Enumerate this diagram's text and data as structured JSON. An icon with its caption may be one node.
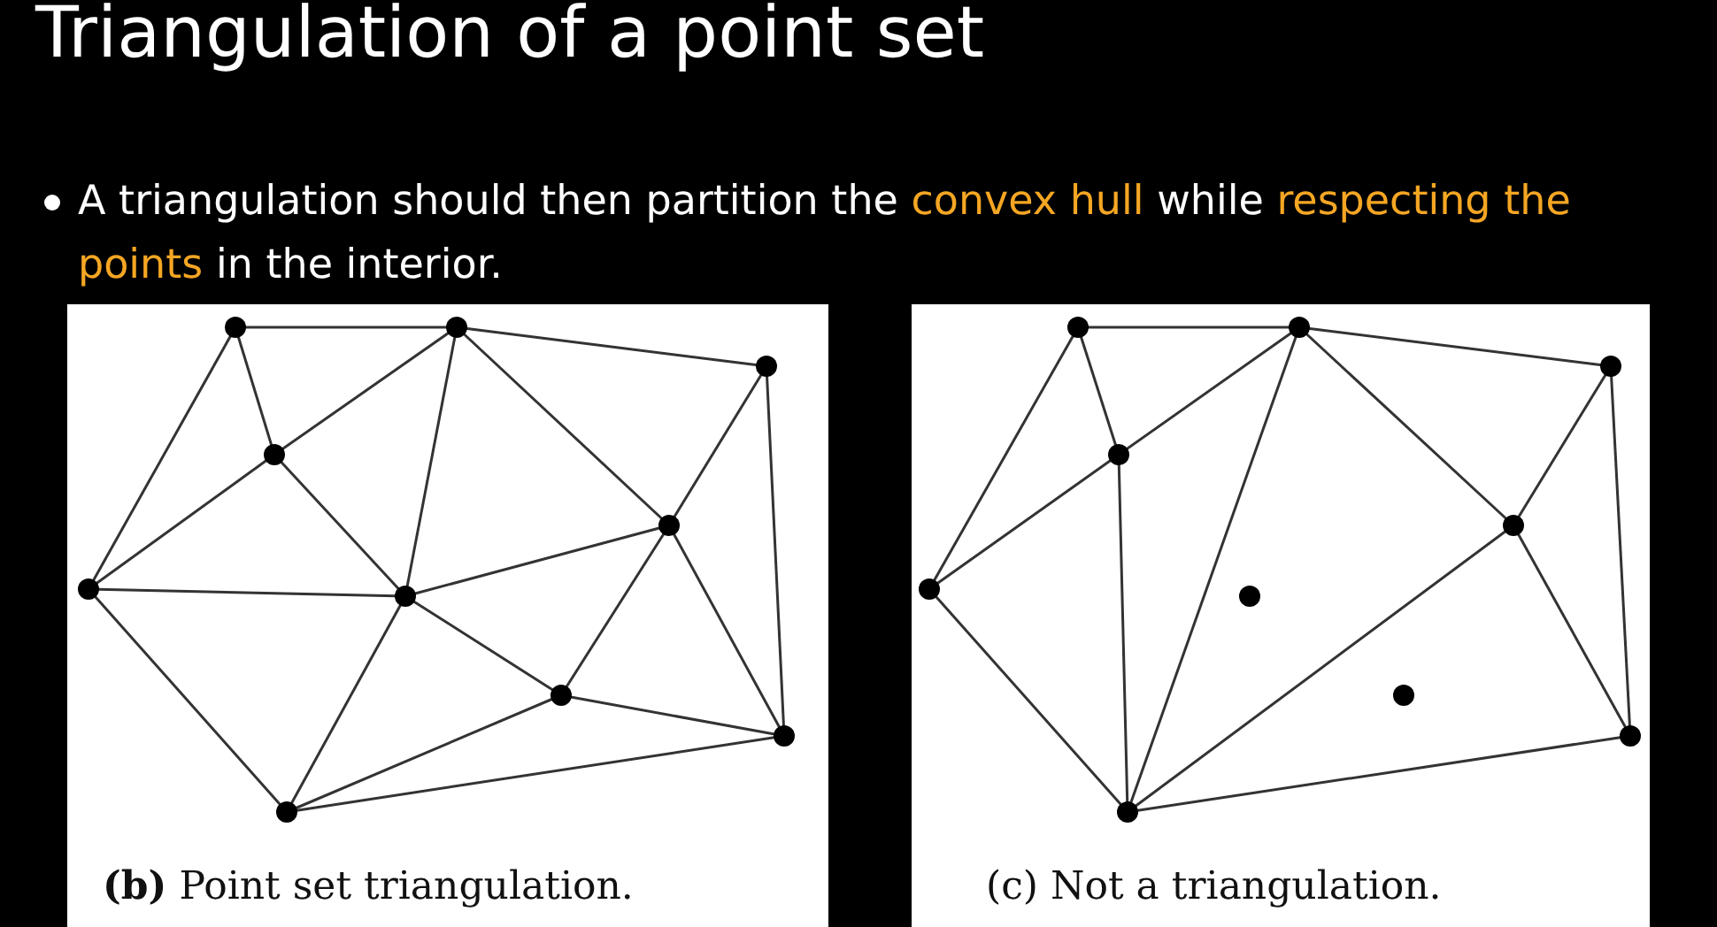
{
  "diagram": {
    "title": "Triangulation of a point set",
    "labels": [
      "A triangulation should then partition the *convex hull* while *respecting the points* in the interior.",
      "**(b)** Point set triangulation.",
      "(c) Not a triangulation."
    ]
  }
}
